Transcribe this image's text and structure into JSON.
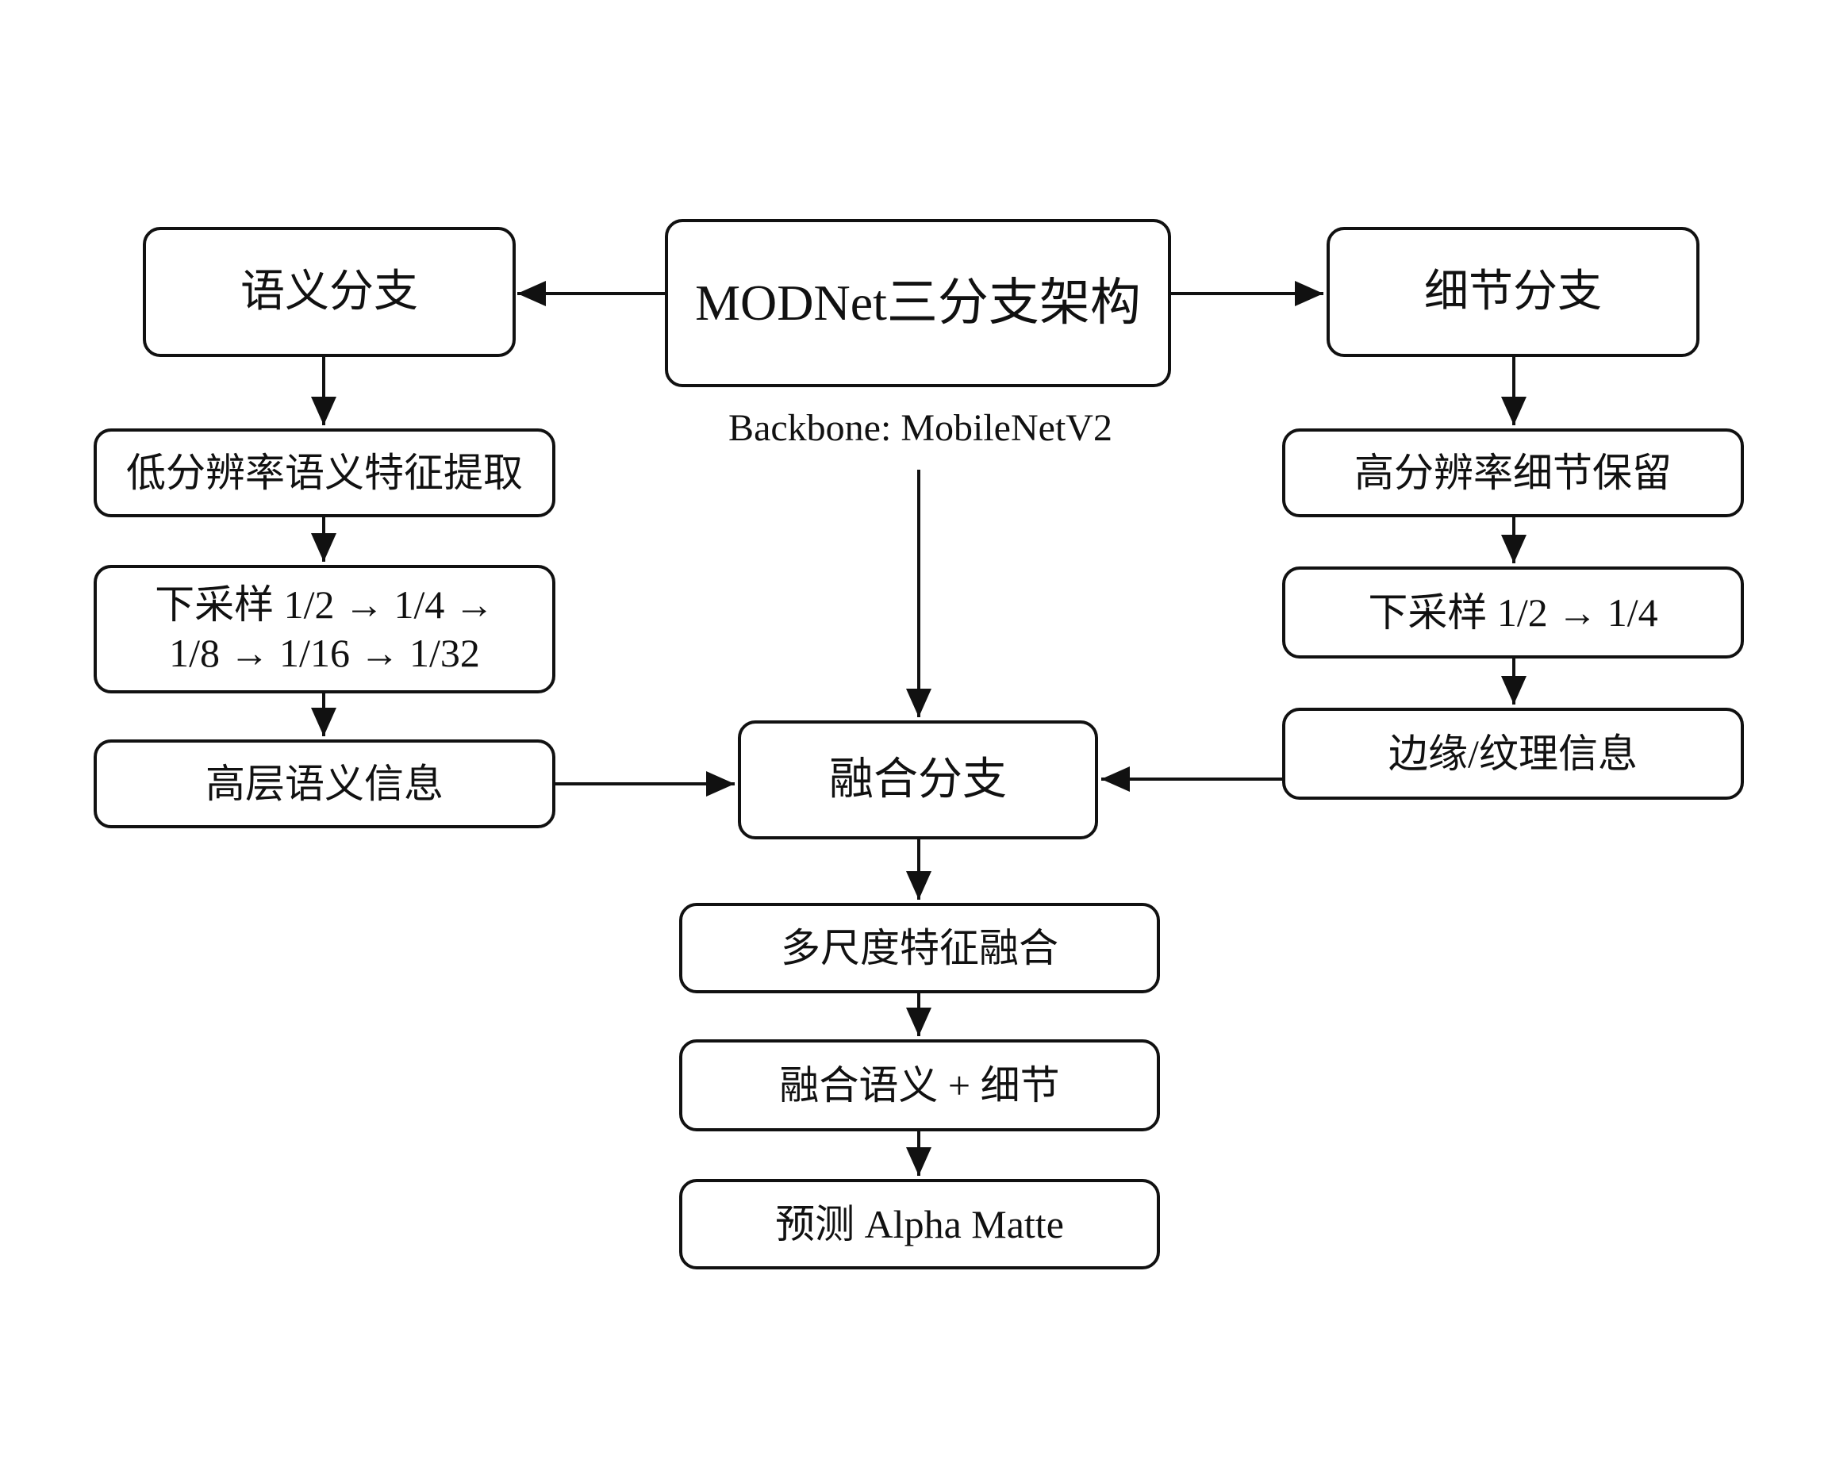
{
  "nodes": {
    "root": "MODNet三分支架构",
    "semantic_branch": "语义分支",
    "detail_branch": "细节分支",
    "backbone_label": "Backbone: MobileNetV2",
    "semantic_step1": "低分辨率语义特征提取",
    "semantic_step2_line1": "下采样 1/2 → 1/4 →",
    "semantic_step2_line2": "1/8 → 1/16 → 1/32",
    "semantic_step3": "高层语义信息",
    "detail_step1": "高分辨率细节保留",
    "detail_step2": "下采样 1/2 → 1/4",
    "detail_step3": "边缘/纹理信息",
    "fusion_branch": "融合分支",
    "fusion_step1": "多尺度特征融合",
    "fusion_step2": "融合语义 + 细节",
    "fusion_step3": "预测 Alpha Matte"
  },
  "edges": [
    [
      "root",
      "semantic_branch"
    ],
    [
      "root",
      "detail_branch"
    ],
    [
      "semantic_branch",
      "semantic_step1"
    ],
    [
      "semantic_step1",
      "semantic_step2"
    ],
    [
      "semantic_step2",
      "semantic_step3"
    ],
    [
      "detail_branch",
      "detail_step1"
    ],
    [
      "detail_step1",
      "detail_step2"
    ],
    [
      "detail_step2",
      "detail_step3"
    ],
    [
      "backbone_label",
      "fusion_branch"
    ],
    [
      "semantic_step3",
      "fusion_branch"
    ],
    [
      "detail_step3",
      "fusion_branch"
    ],
    [
      "fusion_branch",
      "fusion_step1"
    ],
    [
      "fusion_step1",
      "fusion_step2"
    ],
    [
      "fusion_step2",
      "fusion_step3"
    ]
  ]
}
